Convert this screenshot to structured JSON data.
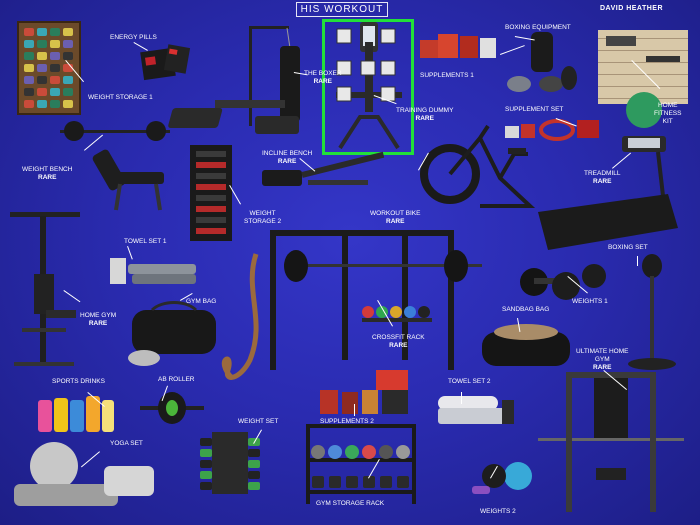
{
  "header": {
    "title": "HIS WORKOUT",
    "author": "DAVID HEATHER"
  },
  "colors": {
    "background": "#2a2bb0",
    "selection": "#22e039",
    "label": "#ffffff"
  },
  "items": {
    "weight_storage_1": {
      "name": "WEIGHT STORAGE 1"
    },
    "energy_pills": {
      "name": "ENERGY PILLS"
    },
    "the_boxer": {
      "name": "THE BOXER",
      "badge": "RARE"
    },
    "supplements_1": {
      "name": "SUPPLEMENTS 1"
    },
    "boxing_equipment": {
      "name": "BOXING EQUIPMENT"
    },
    "home_fitness_kit": {
      "name": "HOME FITNESS KIT"
    },
    "training_dummy": {
      "name": "TRAINING DUMMY",
      "badge": "RARE"
    },
    "supplement_set": {
      "name": "SUPPLEMENT SET"
    },
    "weight_bench": {
      "name": "WEIGHT BENCH",
      "badge": "RARE"
    },
    "incline_bench": {
      "name": "INCLINE BENCH",
      "badge": "RARE"
    },
    "weight_storage_2": {
      "name": "WEIGHT STORAGE 2"
    },
    "workout_bike": {
      "name": "WORKOUT BIKE",
      "badge": "RARE"
    },
    "treadmill": {
      "name": "TREADMILL",
      "badge": "RARE"
    },
    "towel_set_1": {
      "name": "TOWEL SET 1"
    },
    "boxing_set": {
      "name": "BOXING SET"
    },
    "weights_1": {
      "name": "WEIGHTS 1"
    },
    "home_gym": {
      "name": "HOME GYM",
      "badge": "RARE"
    },
    "gym_bag": {
      "name": "GYM BAG"
    },
    "crossfit_rack": {
      "name": "CROSSFIT RACK",
      "badge": "RARE"
    },
    "sandbag_bag": {
      "name": "SANDBAG BAG"
    },
    "ultimate_home_gym": {
      "name": "ULTIMATE HOME GYM",
      "badge": "RARE"
    },
    "sports_drinks": {
      "name": "SPORTS DRINKS"
    },
    "ab_roller": {
      "name": "AB ROLLER"
    },
    "supplements_2": {
      "name": "SUPPLEMENTS 2"
    },
    "towel_set_2": {
      "name": "TOWEL SET 2"
    },
    "weight_set": {
      "name": "WEIGHT SET"
    },
    "yoga_set": {
      "name": "YOGA SET"
    },
    "gym_storage_rack": {
      "name": "GYM STORAGE RACK"
    },
    "weights_2": {
      "name": "WEIGHTS 2"
    }
  }
}
